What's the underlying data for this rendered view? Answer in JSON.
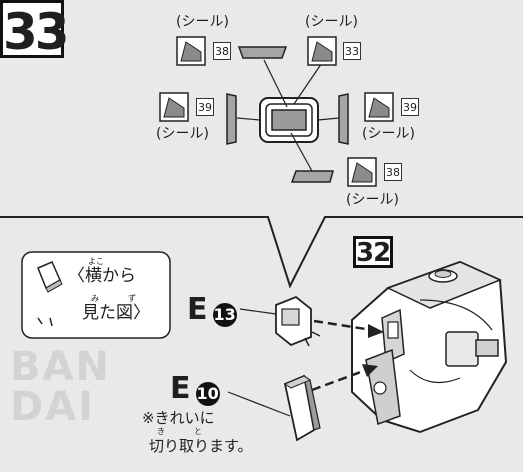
{
  "step": {
    "number": "33",
    "reference_step": "32"
  },
  "sticker_label": "(シール)",
  "sticker_refs": {
    "top_left": "38",
    "top_right": "33",
    "middle_left": "39",
    "middle_right": "39",
    "bottom": "38"
  },
  "side_view": {
    "ruby_yoko": "よこ",
    "line1": "〈横から",
    "ruby_mi": "み",
    "ruby_zu": "ず",
    "line2": "見た図〉"
  },
  "parts": {
    "upper": {
      "letter": "E",
      "number": "13"
    },
    "lower": {
      "letter": "E",
      "number": "10"
    }
  },
  "note": {
    "line1": "※きれいに",
    "ruby_ki": "き",
    "ruby_to": "と",
    "line2": "切り取ります。"
  },
  "watermark": {
    "line1": "BAN",
    "line2": "DAI"
  }
}
